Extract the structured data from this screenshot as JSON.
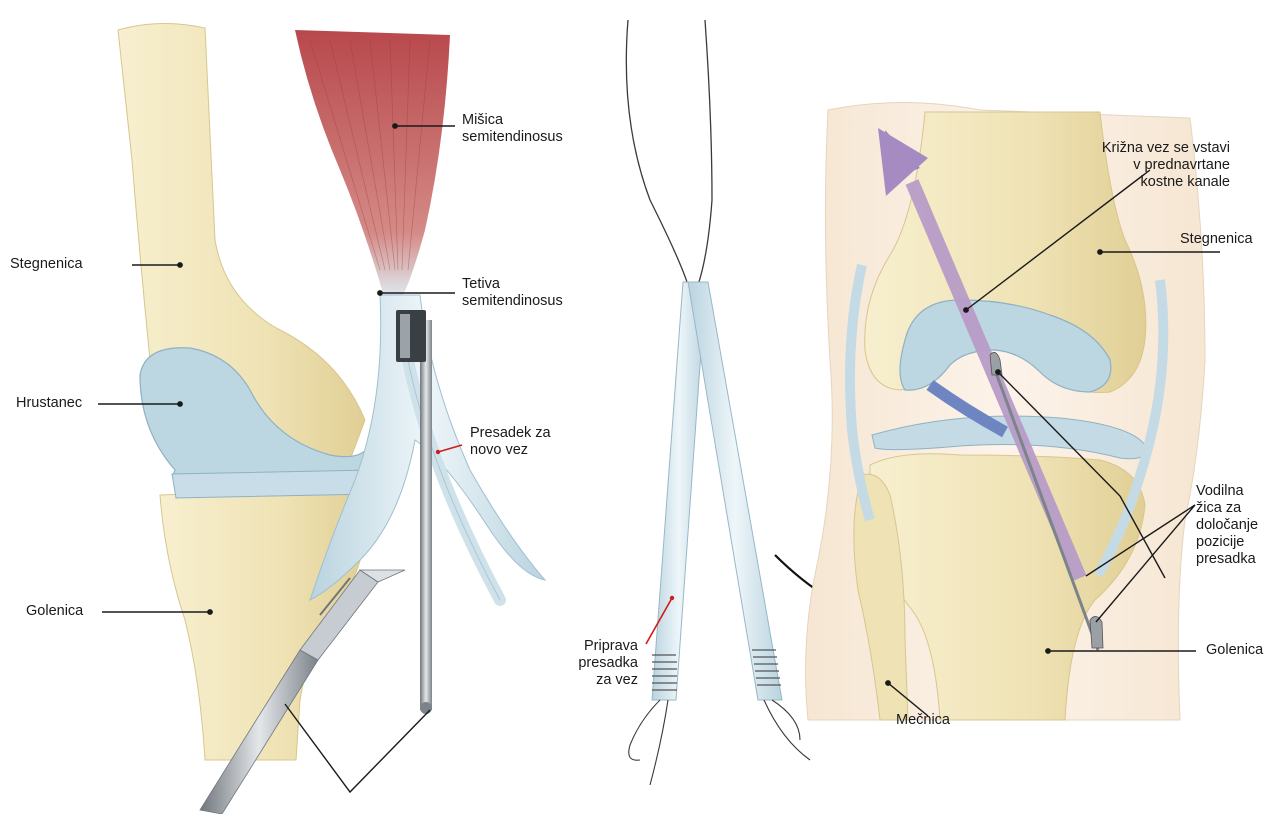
{
  "labels": {
    "stegnenica_left": "Stegnenica",
    "hrustanec": "Hrustanec",
    "golenica_left": "Golenica",
    "misica": [
      "Mišica",
      "semitendinosus"
    ],
    "tetiva": [
      "Tetiva",
      "semitendinosus"
    ],
    "presadek": [
      "Presadek za",
      "novo vez"
    ],
    "priprava": [
      "Priprava",
      "presadka",
      "za vez"
    ],
    "krizna": [
      "Križna vez se vstavi",
      "v prednavrtane",
      "kostne kanale"
    ],
    "stegnenica_right": "Stegnenica",
    "vodilna": [
      "Vodilna",
      "žica za",
      "določanje",
      "pozicije",
      "presadka"
    ],
    "golenica_right": "Golenica",
    "mecnica": "Mečnica"
  },
  "colors": {
    "bone": "#f1e6bd",
    "bone_shadow": "#d9c88e",
    "cartilage": "#bcd6e2",
    "tendon": "#cfe1ea",
    "muscle": "#c0585a",
    "instrument": "#9aa0a6",
    "guide_wire": "#b89cc8",
    "leader": "#1a1a1a",
    "red_leader": "#d01c1c"
  }
}
